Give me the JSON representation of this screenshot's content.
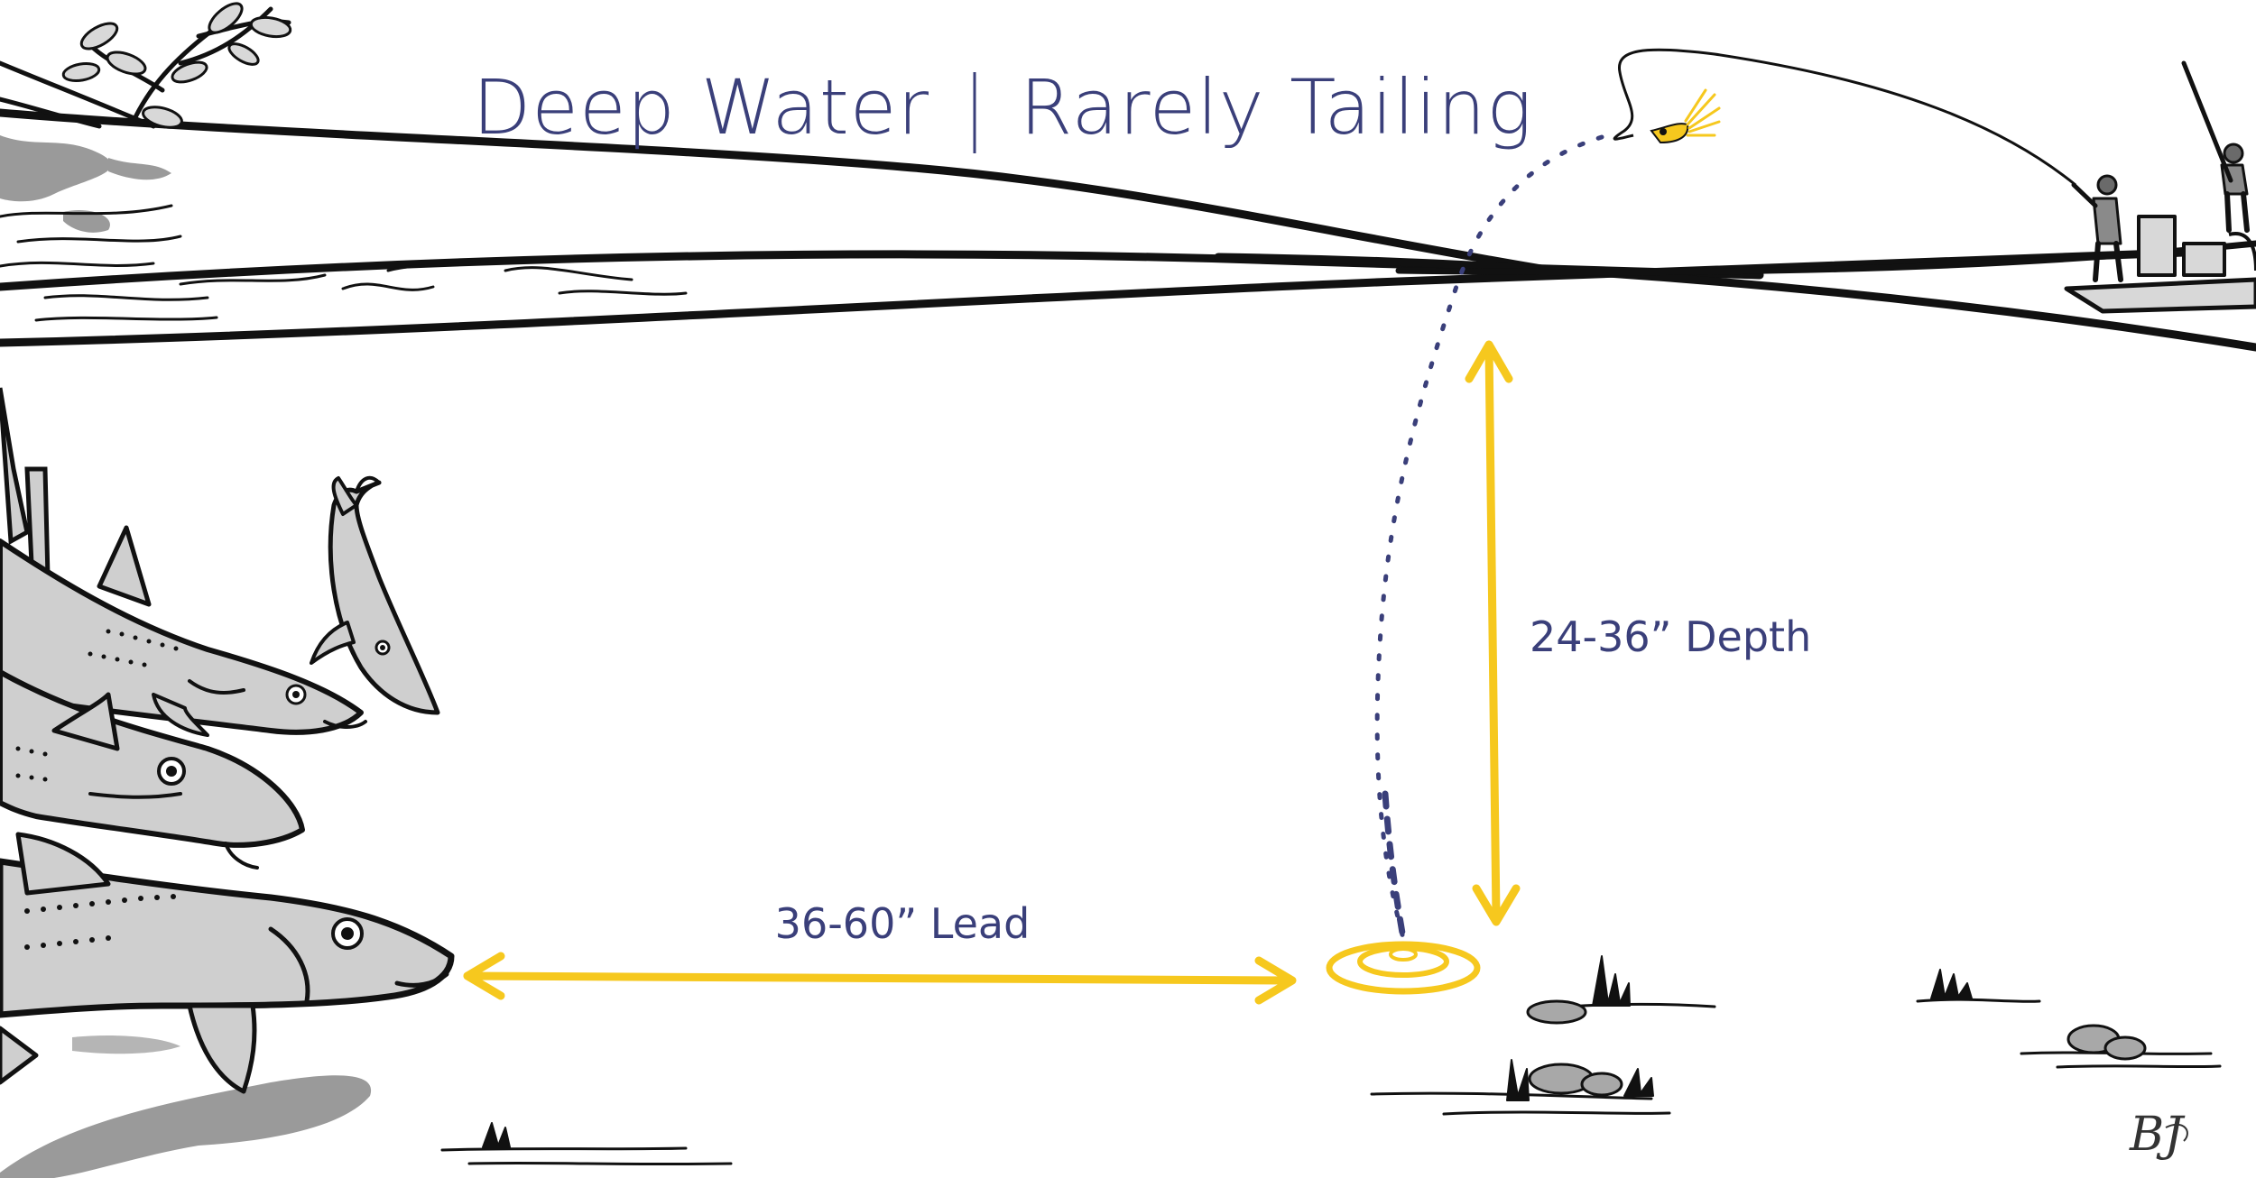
{
  "header": {
    "title_left": "Deep Water",
    "title_right": "Rarely Tailing"
  },
  "annotations": {
    "depth_label": "24-36” Depth",
    "lead_label": "36-60” Lead"
  },
  "signature": "BJ",
  "colors": {
    "title_navy": "#3a3f7a",
    "accent_yellow": "#f6c81e",
    "ink": "#111111",
    "fish_gray": "#cfcfcf",
    "shadow_gray": "#9a9a9a",
    "rock_gray": "#a8a8a8"
  },
  "icons": [
    "mangrove-icon",
    "bonefish-icon",
    "fly-icon",
    "angler-icon",
    "boat-icon",
    "seagrass-icon",
    "rock-icon"
  ]
}
